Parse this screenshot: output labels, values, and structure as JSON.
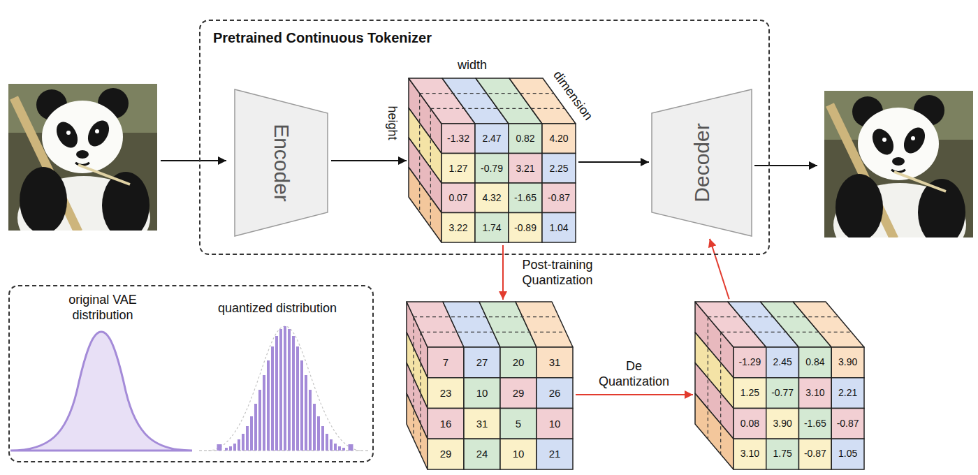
{
  "diagram": {
    "nodes": [
      {
        "text": [
          "Pretrained Continuous Tokenizer"
        ]
      },
      {
        "text": [
          "Encoder"
        ],
        "in": 0
      },
      {
        "text": [
          "-1.32",
          "2.47",
          "0.82",
          "4.20",
          "1.27",
          "-0.79",
          "3.21",
          "2.25",
          "0.07",
          "4.32",
          "-1.65",
          "-0.87",
          "3.22",
          "1.74",
          "-0.89",
          "1.04"
        ],
        "in": 0
      },
      {
        "text": [
          "Decoder"
        ],
        "in": 0
      },
      {
        "text": [
          "7",
          "27",
          "20",
          "31",
          "23",
          "10",
          "29",
          "26",
          "16",
          "31",
          "5",
          "10",
          "29",
          "24",
          "10",
          "21"
        ]
      },
      {
        "text": [
          "-1.29",
          "2.45",
          "0.84",
          "3.90",
          "1.25",
          "-0.77",
          "3.10",
          "2.21",
          "0.08",
          "3.90",
          "-1.65",
          "-0.87",
          "3.10",
          "1.75",
          "-0.87",
          "1.05"
        ]
      },
      {
        "text": [
          "original VAE distribution",
          "quantized distribution"
        ]
      }
    ],
    "edges": [
      {
        "from": 1,
        "to": 2,
        "arrow": "to"
      },
      {
        "from": 2,
        "to": 3,
        "arrow": "to"
      },
      {
        "from": 2,
        "to": 4,
        "arrow": "to",
        "label": "Post-training Quantization"
      },
      {
        "from": 4,
        "to": 5,
        "arrow": "to",
        "label": "De Quantization"
      },
      {
        "from": 5,
        "to": 3,
        "arrow": "to"
      }
    ],
    "labels": [
      "width",
      "height",
      "dimension"
    ]
  }
}
